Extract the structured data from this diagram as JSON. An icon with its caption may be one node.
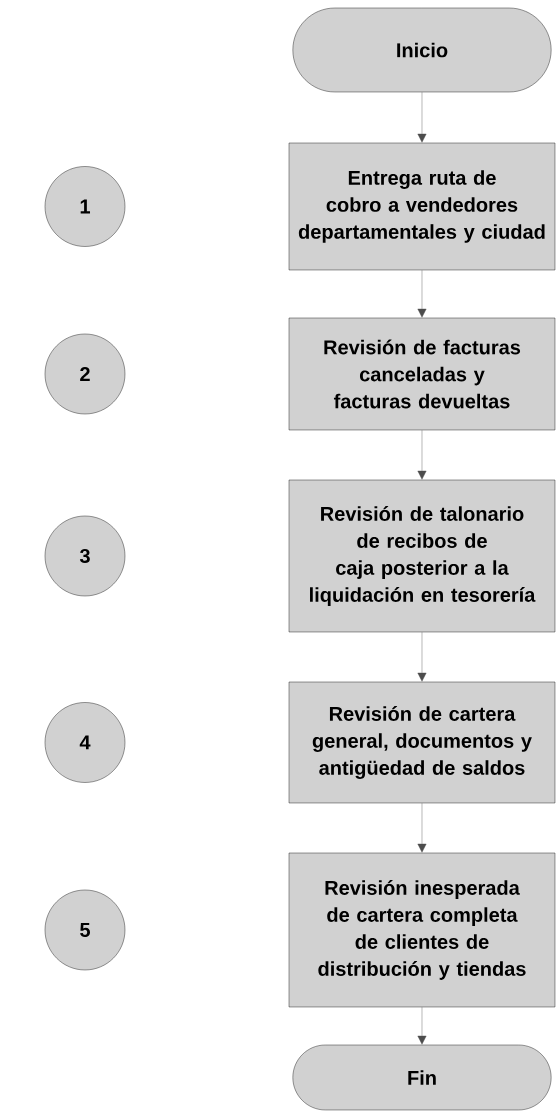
{
  "diagram": {
    "nodes": [
      {
        "text": [
          "Inicio"
        ]
      },
      {
        "text": [
          "1"
        ]
      },
      {
        "text": [
          "Entrega ruta de cobro a vendedores departamentales y ciudad"
        ]
      },
      {
        "text": [
          "2"
        ]
      },
      {
        "text": [
          "Revisión de facturas canceladas y facturas devueltas"
        ]
      },
      {
        "text": [
          "3"
        ]
      },
      {
        "text": [
          "Revisión de talonario de recibos de caja posterior a la liquidación en tesorería"
        ]
      },
      {
        "text": [
          "4"
        ]
      },
      {
        "text": [
          "Revisión de cartera general, documentos y antigüedad de saldos"
        ]
      },
      {
        "text": [
          "5"
        ]
      },
      {
        "text": [
          "Revisión inesperada de cartera completa de clientes de distribución y tiendas"
        ]
      },
      {
        "text": [
          "Fin"
        ]
      }
    ],
    "edges": [
      {
        "from": 0,
        "to": 2,
        "arrow": "to"
      },
      {
        "from": 2,
        "to": 4,
        "arrow": "to"
      },
      {
        "from": 4,
        "to": 6,
        "arrow": "to"
      },
      {
        "from": 6,
        "to": 8,
        "arrow": "to"
      },
      {
        "from": 8,
        "to": 10,
        "arrow": "to"
      },
      {
        "from": 10,
        "to": 11,
        "arrow": "to"
      }
    ]
  }
}
